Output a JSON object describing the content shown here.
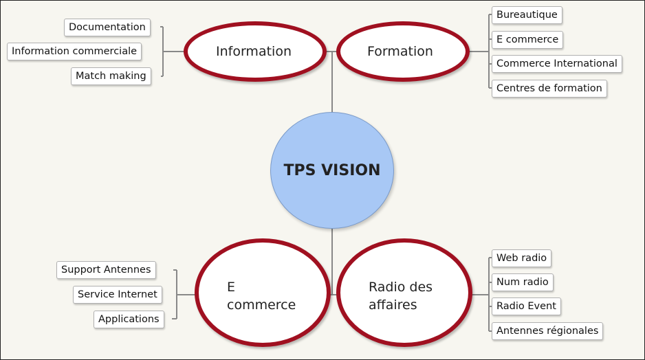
{
  "center": {
    "label": "TPS VISION"
  },
  "topics": {
    "information": {
      "label": "Information",
      "items": [
        "Documentation",
        "Information commerciale",
        "Match making"
      ]
    },
    "formation": {
      "label": "Formation",
      "items": [
        "Bureautique",
        "E commerce",
        "Commerce International",
        "Centres de formation"
      ]
    },
    "ecommerce": {
      "label_line1": "E",
      "label_line2": "commerce",
      "items": [
        "Support Antennes",
        "Service Internet",
        "Applications"
      ]
    },
    "radio": {
      "label_line1": "Radio des",
      "label_line2": "affaires",
      "items": [
        "Web radio",
        "Num radio",
        "Radio Event",
        "Antennes régionales"
      ]
    }
  },
  "colors": {
    "oval_border": "#a01020",
    "center_fill": "#a8c8f5",
    "connector": "#888888",
    "background": "#f7f6f0"
  }
}
